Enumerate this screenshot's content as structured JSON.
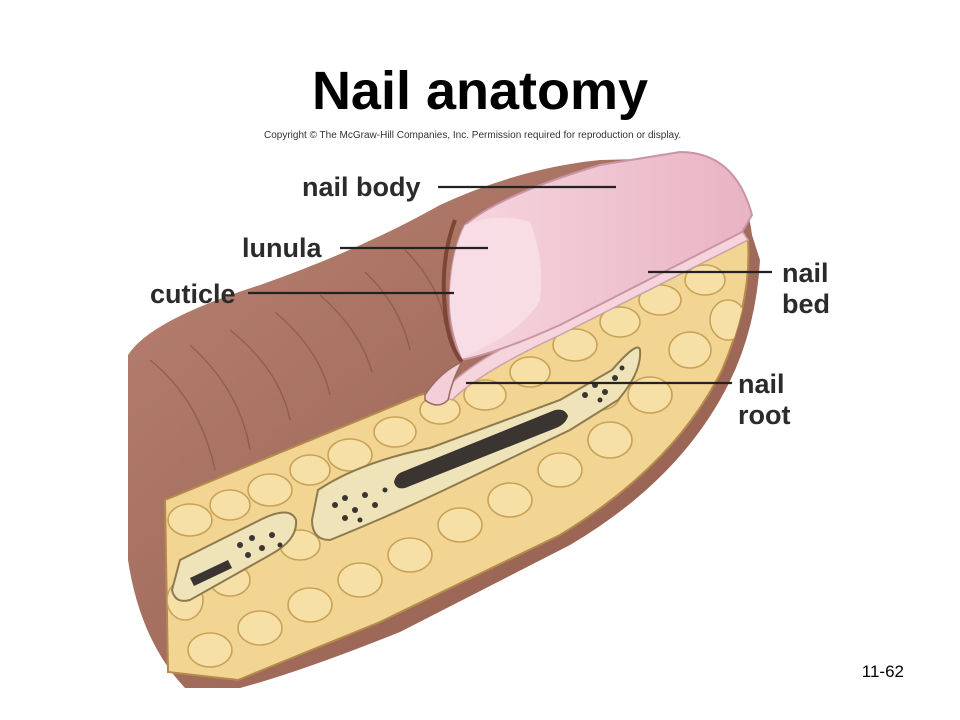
{
  "slide": {
    "title": "Nail anatomy",
    "copyright": "Copyright © The McGraw-Hill Companies, Inc. Permission required for reproduction or display.",
    "number": "11-62"
  },
  "labels": {
    "nail_body": "nail body",
    "lunula": "lunula",
    "cuticle": "cuticle",
    "nail_bed": [
      "nail",
      "bed"
    ],
    "nail_root": [
      "nail",
      "root"
    ]
  },
  "colors": {
    "skin": "#a86f5e",
    "skin_dark": "#8c5547",
    "nail": "#f1c6d2",
    "lunula": "#f8dbe4",
    "fat": "#f0d18a",
    "fat_dark": "#c9a95a",
    "bone": "#efe2b8",
    "marrow": "#3a3530"
  }
}
